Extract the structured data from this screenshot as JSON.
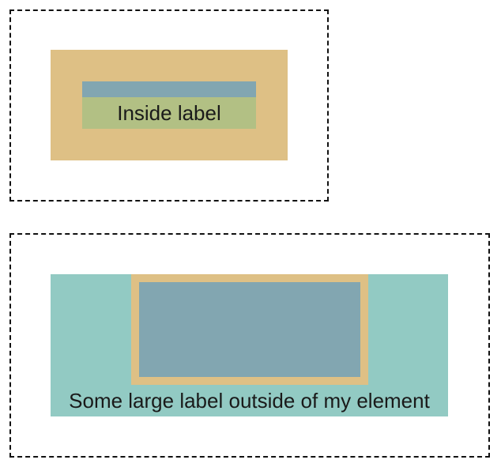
{
  "diagram_top": {
    "label": "Inside label",
    "colors": {
      "outer_box": "#dec085",
      "inner_bar": "#82a6b1",
      "label_box": "#b2c084"
    }
  },
  "diagram_bottom": {
    "label": "Some large label outside of my element",
    "colors": {
      "background": "#92cac3",
      "element_border": "#dec085",
      "element_fill": "#82a6b1"
    }
  },
  "frame_style": {
    "border_color": "#111111",
    "border_style": "dashed"
  }
}
